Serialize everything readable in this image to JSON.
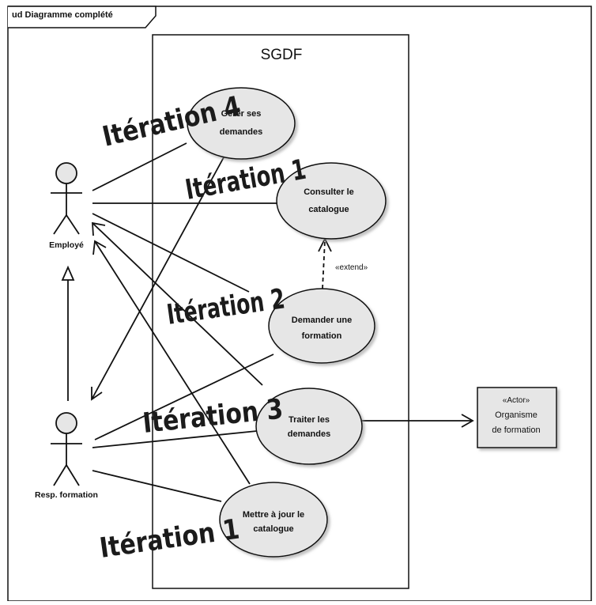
{
  "frame": {
    "title": "ud Diagramme complété"
  },
  "system": {
    "title": "SGDF"
  },
  "actors": {
    "employe": "Employé",
    "resp": "Resp. formation",
    "organisme": {
      "stereotype": "«Actor»",
      "line1": "Organisme",
      "line2": "de formation"
    }
  },
  "usecases": {
    "gerer": {
      "line1": "Gérer ses",
      "line2": "demandes"
    },
    "consulter": {
      "line1": "Consulter le",
      "line2": "catalogue"
    },
    "demander": {
      "line1": "Demander une",
      "line2": "formation"
    },
    "traiter": {
      "line1": "Traiter les",
      "line2": "demandes"
    },
    "mettre": {
      "line1": "Mettre à jour le",
      "line2": "catalogue"
    }
  },
  "relations": {
    "extend": "«extend»"
  },
  "annotations": {
    "iter4": "Itération 4",
    "iter1a": "Itération 1",
    "iter2": "Itération 2",
    "iter3": "Itération 3",
    "iter1b": "Itération 1"
  },
  "colors": {
    "ellipse_fill": "#e6e6e6",
    "stroke": "#111111",
    "annotation": "#1b1b1b"
  }
}
